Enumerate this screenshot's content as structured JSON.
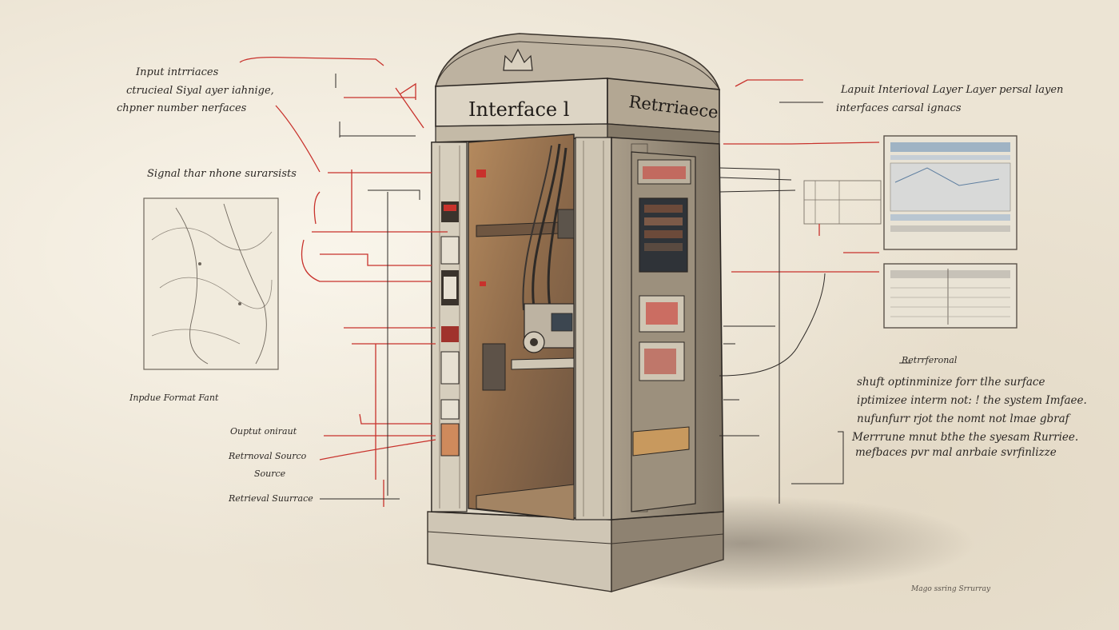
{
  "booth": {
    "sign_left": "Interface l",
    "sign_right": "Retrriaece"
  },
  "annotations": {
    "top_left": [
      "Input intrriaces",
      "ctrucieal Siyal ayer iahnige,",
      "chpner number nerfaces"
    ],
    "mid_left": "Signal thar nhone surarsists",
    "format": "Inpdue Format Fant",
    "output": "Ouptut oniraut",
    "retrieval_source": [
      "Retrnoval Sourco",
      "Source"
    ],
    "retrieval_surface": "Retrieval Suurrace",
    "top_right": [
      "Lapuit Interioval Layer Layer persal layen",
      "interfaces carsal ignacs"
    ],
    "right_heading": "Retrrferonal",
    "right_block": [
      "shuft optinminize forr tlhe surface",
      "iptimizee interm not: ! the system Imfaee.",
      "nufunfurr rjot the nomt not lmae gbraf",
      "Merrrune mnut bthe the syesam Rurriee.",
      "mefbaces pvr mal anrbaie svrfinlizze"
    ],
    "signature": "Mago ssring Srrurray"
  },
  "colors": {
    "paper": "#ece4d4",
    "ink": "#2a2622",
    "red": "#c8322c",
    "wood": "#8a6a4a",
    "booth_light": "#d9d2c4",
    "booth_dark": "#7f7465"
  }
}
